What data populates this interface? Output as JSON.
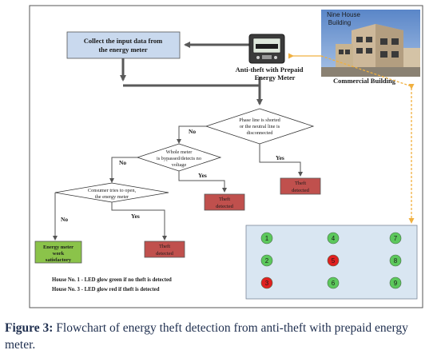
{
  "diagram": {
    "collect_box": {
      "line1": "Collect the input data from",
      "line2": "the energy meter"
    },
    "meter_label": {
      "line1": "Anti-theft with Prepaid",
      "line2": "Energy Meter"
    },
    "building": {
      "sign_line1": "Nine House",
      "sign_line2": "Building",
      "label": "Commercial Building"
    },
    "decision_phase": {
      "line1": "Phase line is shorted",
      "line2": "or the neutral line is",
      "line3": "disconnected",
      "no_label": "No",
      "yes_label": "Yes"
    },
    "decision_bypass": {
      "line1": "Whole meter",
      "line2": "is bypassed/detects no",
      "line3": "voltage",
      "no_label": "No",
      "yes_label": "Yes"
    },
    "decision_open": {
      "line1": "Consumer tries to open,",
      "line2": "the energy meter",
      "no_label": "No",
      "yes_label": "Yes"
    },
    "theft_box_1": {
      "line1": "Theft",
      "line2": "detected"
    },
    "theft_box_2": {
      "line1": "Theft",
      "line2": "detected"
    },
    "theft_box_3": {
      "line1": "Theft",
      "line2": "detected"
    },
    "ok_box": {
      "line1": "Energy meter",
      "line2": "work",
      "line3": "satisfactory"
    },
    "notes": {
      "note1": "House No. 1 - LED glow green if no theft is detected",
      "note2": "House No. 3 - LED glow red if theft is detected"
    },
    "leds": [
      {
        "label": "1",
        "color": "#5cc85c"
      },
      {
        "label": "4",
        "color": "#5cc85c"
      },
      {
        "label": "7",
        "color": "#5cc85c"
      },
      {
        "label": "2",
        "color": "#5cc85c"
      },
      {
        "label": "5",
        "color": "#e02020"
      },
      {
        "label": "8",
        "color": "#5cc85c"
      },
      {
        "label": "3",
        "color": "#e02020"
      },
      {
        "label": "6",
        "color": "#5cc85c"
      },
      {
        "label": "9",
        "color": "#5cc85c"
      }
    ],
    "colors": {
      "collect_fill": "#c9d9ee",
      "decision_fill": "#ffffff",
      "theft_fill": "#c0504d",
      "ok_fill": "#8bc34a",
      "led_panel_fill": "#d9e6f2",
      "arrow": "#595959",
      "link": "#f0b040"
    }
  },
  "caption": {
    "figure_label": "Figure 3:",
    "text": " Flowchart of energy theft detection from anti-theft with prepaid energy meter."
  }
}
